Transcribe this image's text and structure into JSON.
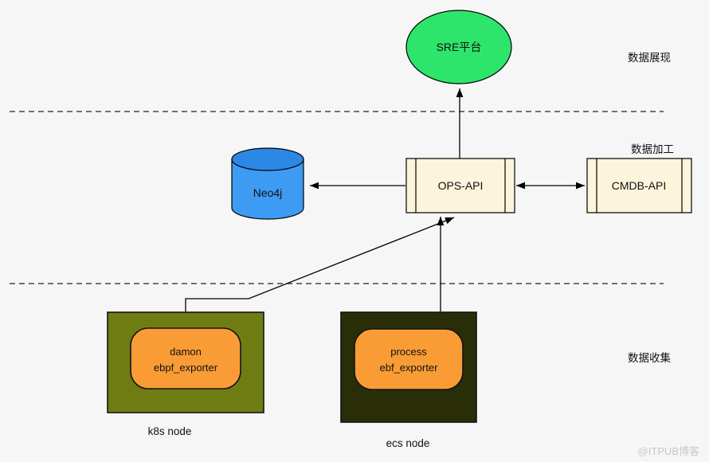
{
  "zones": {
    "display": "数据展现",
    "processing": "数据加工",
    "collection": "数据收集"
  },
  "nodes": {
    "sre": {
      "label": "SRE平台",
      "fill": "#2EE56B"
    },
    "neo4j": {
      "label": "Neo4j",
      "fill": "#3E9BF4",
      "top_fill": "#2D87E4"
    },
    "ops_api": {
      "label": "OPS-API",
      "fill": "#FCF5DC"
    },
    "cmdb_api": {
      "label": "CMDB-API",
      "fill": "#FCF5DC"
    },
    "k8s": {
      "caption": "k8s  node",
      "fill": "#6F7C12",
      "exporter": {
        "line1": "damon",
        "line2": "ebpf_exporter",
        "fill": "#F99C35"
      }
    },
    "ecs": {
      "caption": "ecs node",
      "fill": "#2A2E08",
      "exporter": {
        "line1": "process",
        "line2": "ebf_exporter",
        "fill": "#F99C35"
      }
    }
  },
  "watermark": "@ITPUB博客"
}
